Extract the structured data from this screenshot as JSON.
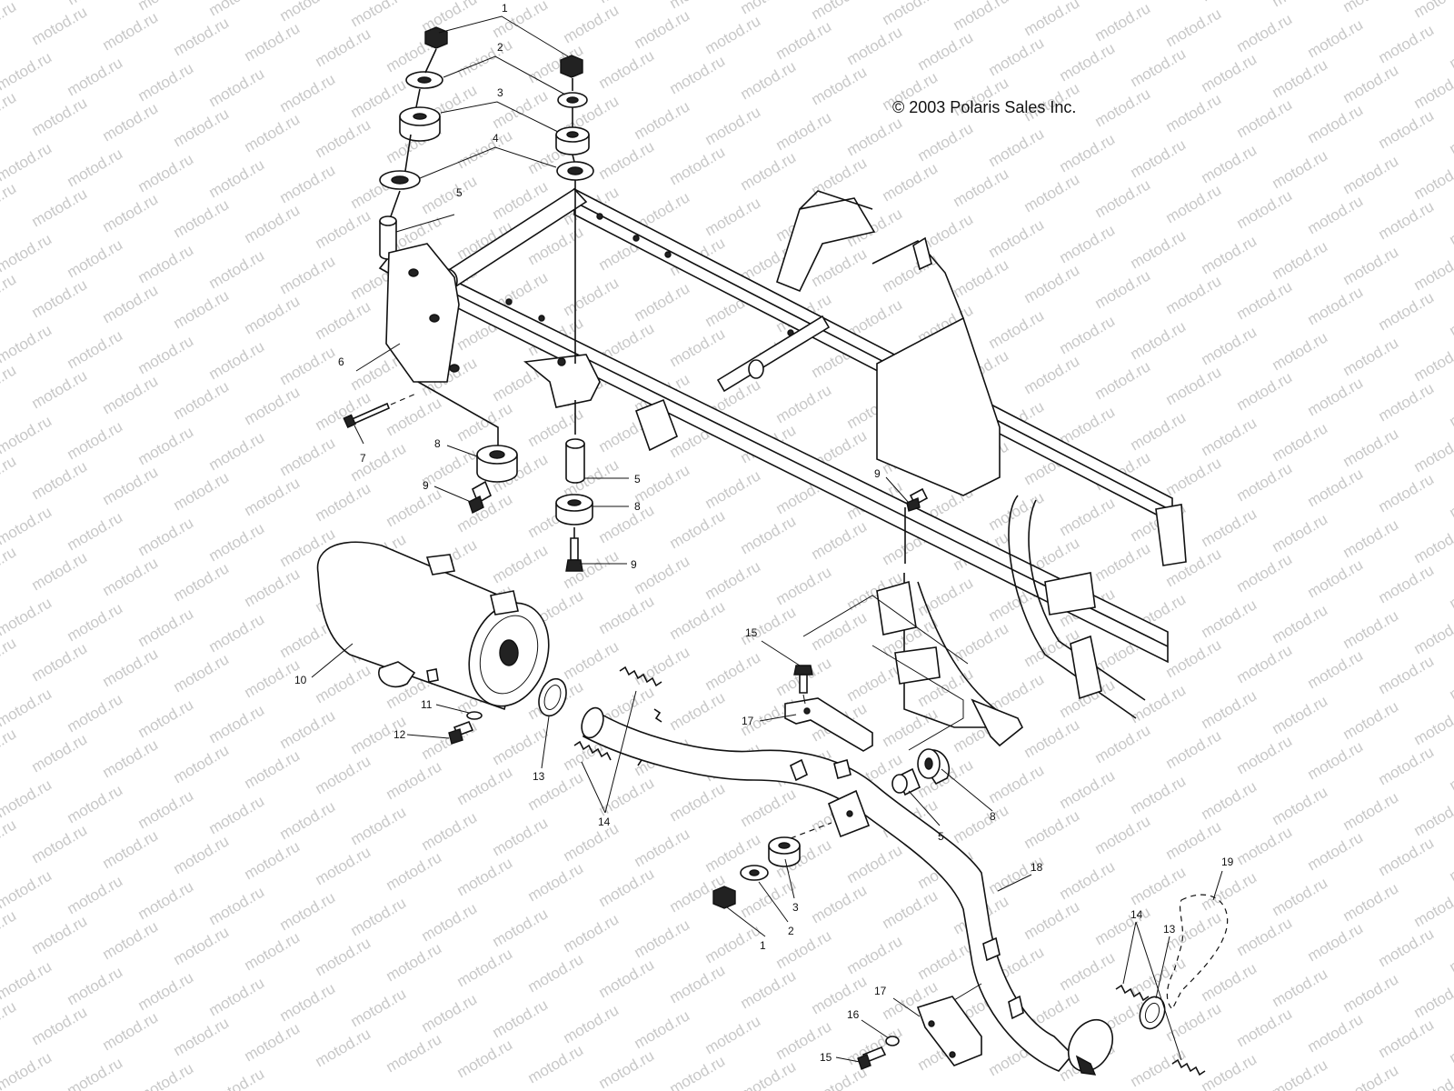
{
  "copyright": "© 2003 Polaris Sales Inc.",
  "watermark": "motod.ru",
  "callouts": [
    {
      "id": "c1a",
      "text": "1"
    },
    {
      "id": "c2a",
      "text": "2"
    },
    {
      "id": "c3a",
      "text": "3"
    },
    {
      "id": "c4a",
      "text": "4"
    },
    {
      "id": "c5a",
      "text": "5"
    },
    {
      "id": "c6",
      "text": "6"
    },
    {
      "id": "c7",
      "text": "7"
    },
    {
      "id": "c8a",
      "text": "8"
    },
    {
      "id": "c9a",
      "text": "9"
    },
    {
      "id": "c5b",
      "text": "5"
    },
    {
      "id": "c8b",
      "text": "8"
    },
    {
      "id": "c9b",
      "text": "9"
    },
    {
      "id": "c9c",
      "text": "9"
    },
    {
      "id": "c10",
      "text": "10"
    },
    {
      "id": "c11",
      "text": "11"
    },
    {
      "id": "c12",
      "text": "12"
    },
    {
      "id": "c13a",
      "text": "13"
    },
    {
      "id": "c14a",
      "text": "14"
    },
    {
      "id": "c15a",
      "text": "15"
    },
    {
      "id": "c17a",
      "text": "17"
    },
    {
      "id": "c5c",
      "text": "5"
    },
    {
      "id": "c8c",
      "text": "8"
    },
    {
      "id": "c18",
      "text": "18"
    },
    {
      "id": "c3b",
      "text": "3"
    },
    {
      "id": "c2b",
      "text": "2"
    },
    {
      "id": "c1b",
      "text": "1"
    },
    {
      "id": "c19",
      "text": "19"
    },
    {
      "id": "c14b",
      "text": "14"
    },
    {
      "id": "c13b",
      "text": "13"
    },
    {
      "id": "c17b",
      "text": "17"
    },
    {
      "id": "c16",
      "text": "16"
    },
    {
      "id": "c15b",
      "text": "15"
    }
  ]
}
